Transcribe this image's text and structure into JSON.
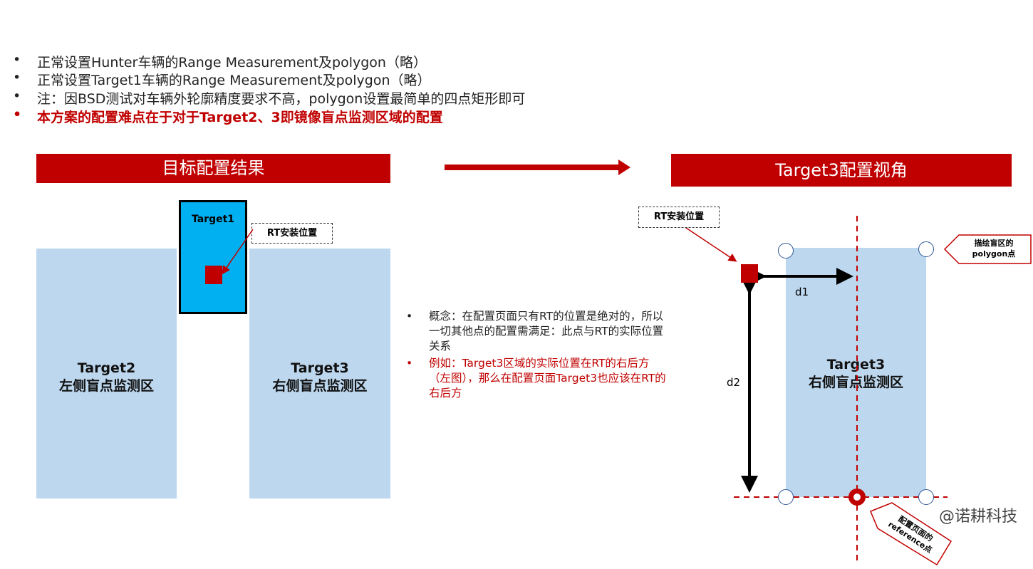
{
  "bullets": [
    {
      "text": "正常设置Hunter车辆的Range Measurement及polygon（略）"
    },
    {
      "text": "正常设置Target1车辆的Range Measurement及polygon（略）"
    },
    {
      "text": "注：因BSD测试对车辆外轮廓精度要求不高，polygon设置最简单的四点矩形即可"
    },
    {
      "text": "本方案的配置难点在于对于Target2、3即镜像盲点监测区域的配置"
    }
  ],
  "bullet_char": "•",
  "left_header": "目标配置结果",
  "right_header": "Target3配置视角",
  "left_diagram": {
    "target1": "Target1",
    "rt_label": "RT安装位置",
    "target2_line1": "Target2",
    "target2_line2": "左侧盲点监测区",
    "target3_line1": "Target3",
    "target3_line2": "右侧盲点监测区"
  },
  "middle": {
    "p1": "概念：在配置页面只有RT的位置是绝对的，所以一切其他点的配置需满足：此点与RT的实际位置关系",
    "p2": "例如：Target3区域的实际位置在RT的右后方（左图），那么在配置页面Target3也应该在RT的右后方"
  },
  "right_diagram": {
    "rt_label": "RT安装位置",
    "d1": "d1",
    "d2": "d2",
    "target3_line1": "Target3",
    "target3_line2": "右侧盲点监测区",
    "polygon_callout": "描绘盲区的polygon点",
    "reference_callout": "配置页面的reference点"
  },
  "watermark": "@诺耕科技",
  "colors": {
    "red": "#c00000",
    "light_blue": "#bdd7ee",
    "target1": "#00b0f0"
  }
}
